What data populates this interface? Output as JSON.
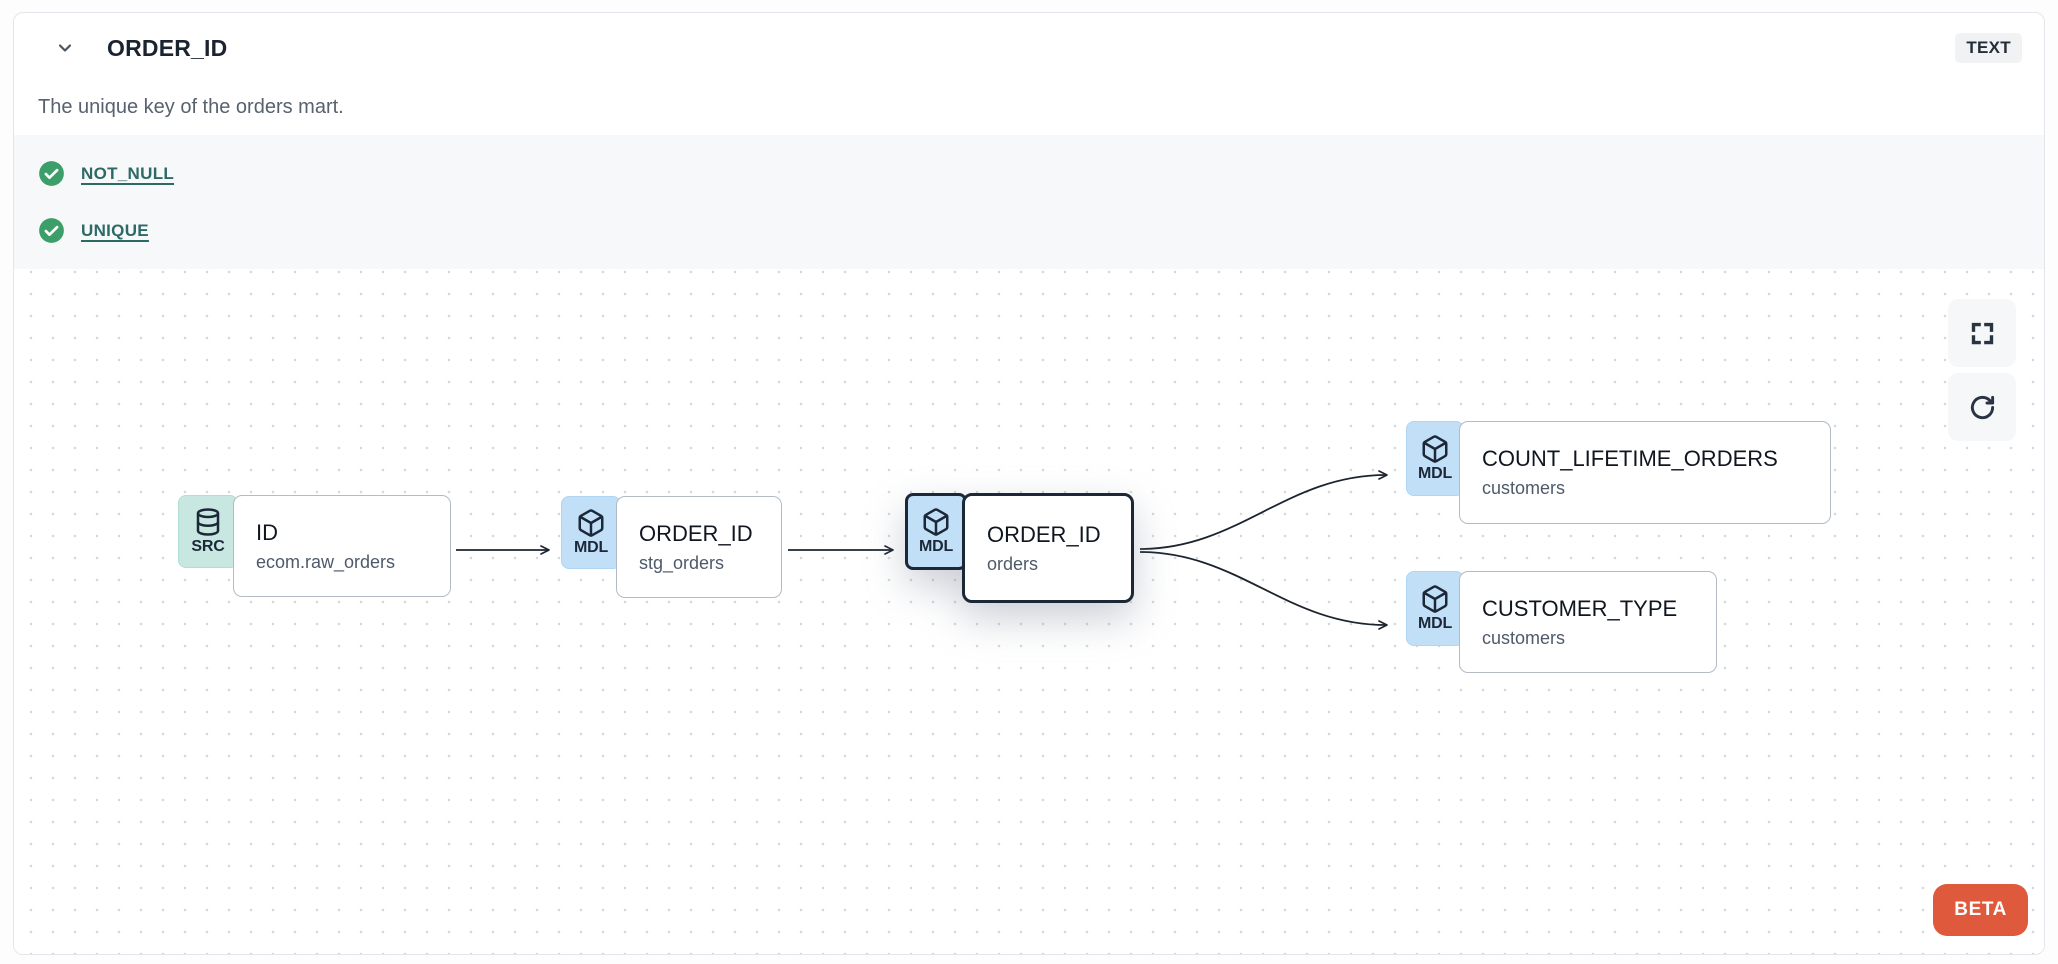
{
  "header": {
    "title": "ORDER_ID",
    "type_badge": "TEXT",
    "description": "The unique key of the orders mart.",
    "collapse_icon": "chevron-down-icon"
  },
  "tests": [
    {
      "label": "NOT_NULL",
      "status": "pass",
      "icon": "check-circle-icon"
    },
    {
      "label": "UNIQUE",
      "status": "pass",
      "icon": "check-circle-icon"
    }
  ],
  "lineage": {
    "nodes": [
      {
        "badge": "SRC",
        "icon": "database-icon",
        "title": "ID",
        "subtitle": "ecom.raw_orders",
        "selected": false
      },
      {
        "badge": "MDL",
        "icon": "cube-icon",
        "title": "ORDER_ID",
        "subtitle": "stg_orders",
        "selected": false
      },
      {
        "badge": "MDL",
        "icon": "cube-icon",
        "title": "ORDER_ID",
        "subtitle": "orders",
        "selected": true
      },
      {
        "badge": "MDL",
        "icon": "cube-icon",
        "title": "COUNT_LIFETIME_ORDERS",
        "subtitle": "customers",
        "selected": false
      },
      {
        "badge": "MDL",
        "icon": "cube-icon",
        "title": "CUSTOMER_TYPE",
        "subtitle": "customers",
        "selected": false
      }
    ],
    "controls": [
      "fullscreen-icon",
      "refresh-icon"
    ],
    "beta_label": "BETA"
  },
  "colors": {
    "accent_orange": "#df5a3c",
    "check_green": "#3c9e68",
    "link_teal": "#2d6a66",
    "tab_src": "#c7e7e0",
    "tab_mdl": "#c1e0f8",
    "node_border": "#b3bbc6",
    "selected_border": "#1c2838",
    "edge": "#1c2430",
    "tests_bg": "#f7f8fa",
    "badge_bg": "#f0f2f4"
  }
}
